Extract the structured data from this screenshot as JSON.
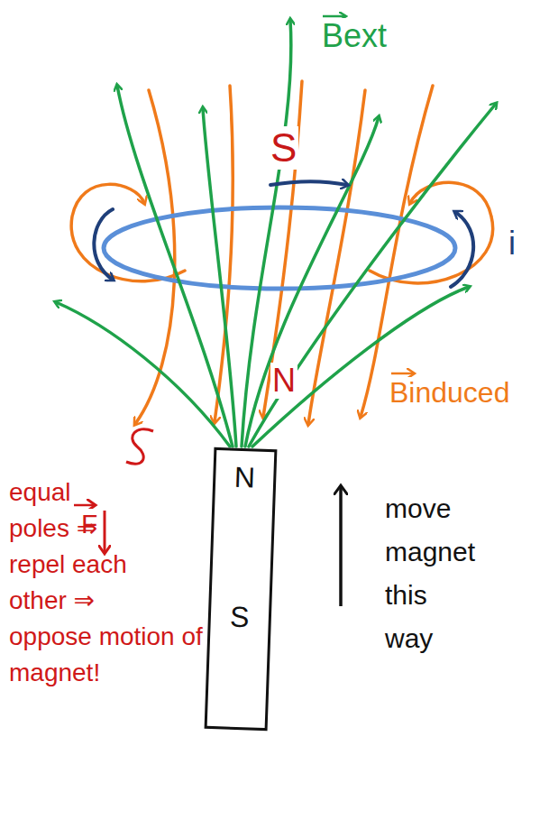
{
  "diagram": {
    "nodes": [
      {
        "text": [
          "N",
          "S"
        ]
      }
    ],
    "labels": [
      "Bext",
      "S",
      "i",
      "N",
      "Binduced",
      "F",
      "equal poles ⇒ repel each other ⇒ oppose motion of magnet!",
      "move magnet this way"
    ]
  }
}
